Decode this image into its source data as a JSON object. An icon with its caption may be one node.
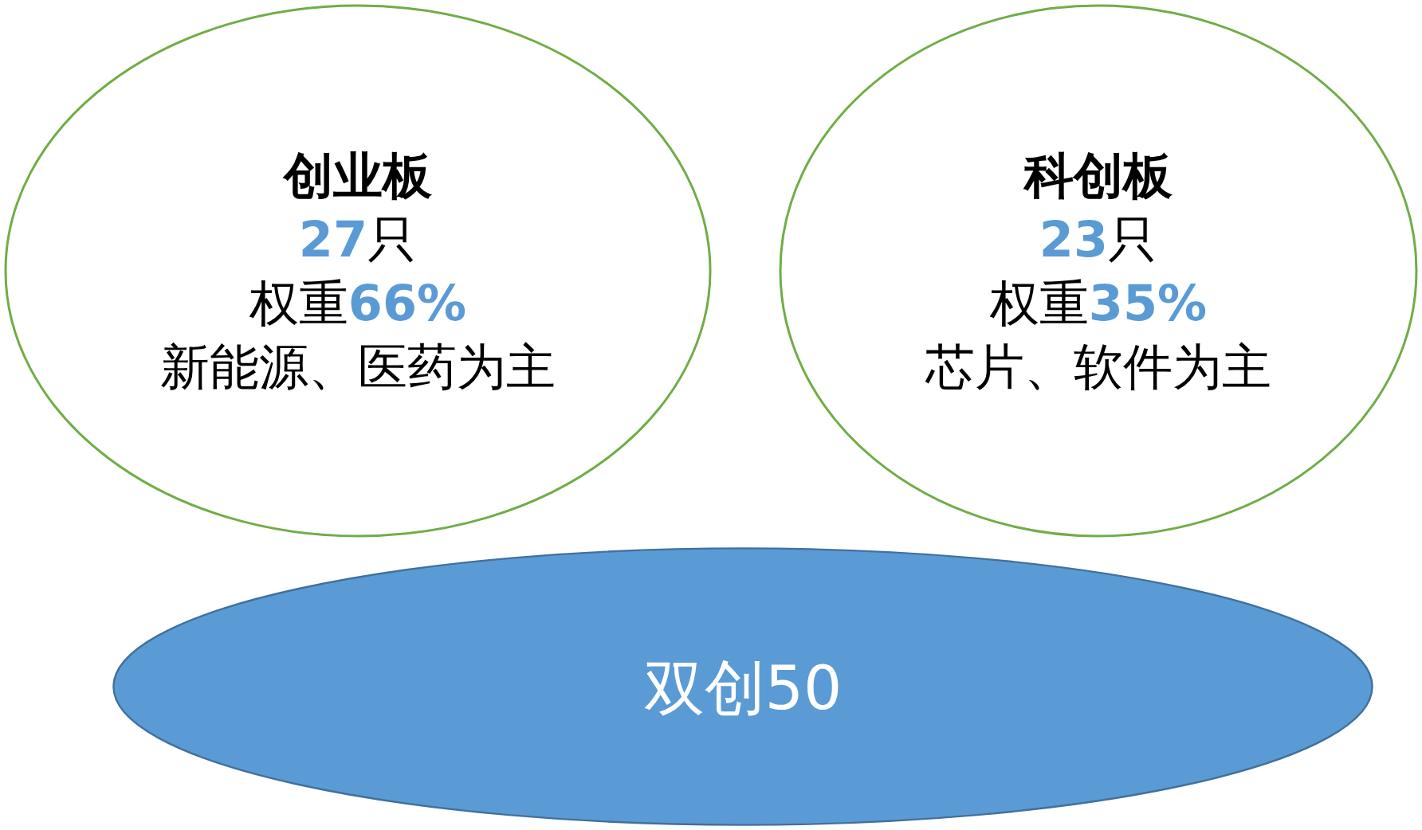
{
  "diagram": {
    "nodes": [
      {
        "text": [
          "创业板",
          "**27**只",
          "权重**66%**",
          "新能源、医药为主"
        ]
      },
      {
        "text": [
          "科创板",
          "**23**只",
          "权重**35%**",
          "芯片、软件为主"
        ]
      },
      {
        "text": [
          "双创50"
        ]
      }
    ]
  }
}
